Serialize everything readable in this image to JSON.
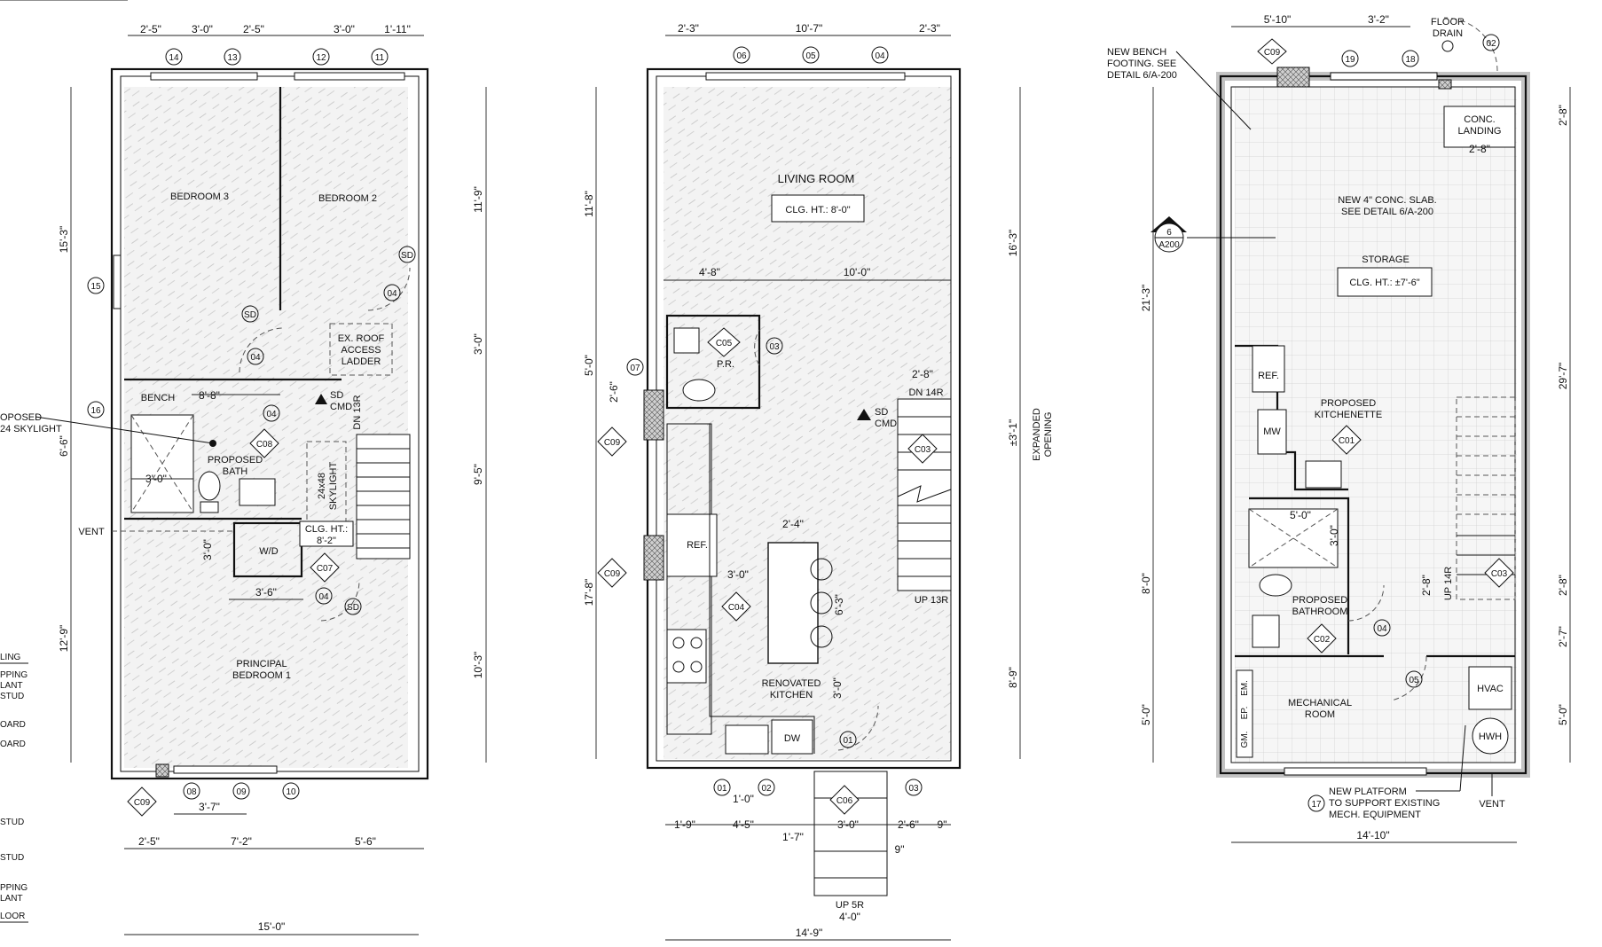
{
  "floor_upper": {
    "rooms": {
      "bedroom3": "BEDROOM 3",
      "bedroom2": "BEDROOM 2",
      "principal1": "PRINCIPAL",
      "principal2": "BEDROOM 1",
      "bench": "BENCH",
      "bath1": "PROPOSED",
      "bath2": "BATH",
      "skylight1": "24x48",
      "skylight2": "SKYLIGHT",
      "roof1": "EX. ROOF",
      "roof2": "ACCESS",
      "roof3": "LADDER",
      "wd": "W/D",
      "vent": "VENT",
      "clg1": "CLG. HT.:",
      "clg2": "8'-2\"",
      "sd_cmd1": "SD",
      "sd_cmd2": "CMD",
      "stair_dn": "DN 13R",
      "proposed_cut1": "OPOSED",
      "proposed_cut2": "24 SKYLIGHT"
    },
    "dims": {
      "top_a": "2'-5\"",
      "top_b": "3'-0\"",
      "top_c": "2'-5\"",
      "top_d": "3'-0\"",
      "top_e": "1'-11\"",
      "left_1": "15'-3\"",
      "left_2": "6'-6\"",
      "left_3": "12'-9\"",
      "right_1": "11'-9\"",
      "right_2": "3'-0\"",
      "right_3": "9'-5\"",
      "right_4": "10'-3\"",
      "bench_w": "8'-8\"",
      "shower_w": "3'-0\"",
      "wd_h": "3'-0\"",
      "wd_w": "3'-6\"",
      "bot_a": "3'-7\"",
      "bot_b": "2'-5\"",
      "bot_c": "7'-2\"",
      "bot_d": "5'-6\"",
      "overall": "15'-0\""
    },
    "tags": [
      "14",
      "13",
      "12",
      "11",
      "15",
      "16",
      "08",
      "09",
      "10",
      "04",
      "04",
      "04",
      "04"
    ],
    "diamonds": [
      "C08",
      "C07",
      "C09"
    ],
    "legend_cut": [
      "LING",
      "PPING",
      "LANT",
      "STUD",
      "OARD",
      "OARD",
      "STUD",
      "STUD",
      "PPING",
      "LANT",
      "LOOR"
    ]
  },
  "floor_main": {
    "rooms": {
      "living": "LIVING ROOM",
      "clg": "CLG. HT.: 8'-0\"",
      "pr": "P.R.",
      "ref": "REF.",
      "kitchen1": "RENOVATED",
      "kitchen2": "KITCHEN",
      "dw": "DW",
      "sd_cmd1": "SD",
      "sd_cmd2": "CMD",
      "dn": "DN 14R",
      "up": "UP 13R",
      "up5": "UP 5R",
      "exp1": "EXPANDED",
      "exp2": "OPENING"
    },
    "dims": {
      "top_a": "2'-3\"",
      "top_b": "10'-7\"",
      "top_c": "2'-3\"",
      "mid_a": "4'-8\"",
      "mid_b": "10'-0\"",
      "left_1": "11'-8\"",
      "left_2": "5'-0\"",
      "left_3": "2'-6\"",
      "left_4": "17'-8\"",
      "right_1": "16'-3\"",
      "right_2": "±3'-1\"",
      "right_3": "8'-9\"",
      "stair_w": "2'-8\"",
      "island_w": "2'-4\"",
      "island_l": "6'-3\"",
      "clear_a": "3'-0\"",
      "clear_b": "3'-0\"",
      "bot_a": "1'-0\"",
      "bot_b": "1'-9\"",
      "bot_c": "4'-5\"",
      "bot_d": "1'-7\"",
      "bot_e": "3'-0\"",
      "bot_f": "2'-6\"",
      "bot_g": "9\"",
      "bot_h": "9\"",
      "stoop": "4'-0\"",
      "overall": "14'-9\""
    },
    "tags": [
      "06",
      "05",
      "04",
      "03",
      "07",
      "01",
      "02",
      "03",
      "01"
    ],
    "diamonds": [
      "C05",
      "C09",
      "C09",
      "C04",
      "C03",
      "C06"
    ]
  },
  "floor_lower": {
    "rooms": {
      "bench_note1": "NEW BENCH",
      "bench_note2": "FOOTING. SEE",
      "bench_note3": "DETAIL 6/A-200",
      "floor_drain1": "FLOOR",
      "floor_drain2": "DRAIN",
      "landing1": "CONC.",
      "landing2": "LANDING",
      "slab1": "NEW 4\" CONC. SLAB.",
      "slab2": "SEE DETAIL 6/A-200",
      "storage": "STORAGE",
      "clg": "CLG. HT.: ±7'-6\"",
      "ref": "REF.",
      "mw": "MW",
      "kitchenette1": "PROPOSED",
      "kitchenette2": "KITCHENETTE",
      "bath1": "PROPOSED",
      "bath2": "BATHROOM",
      "mech1": "MECHANICAL",
      "mech2": "ROOM",
      "hvac": "HVAC",
      "hwh": "HWH",
      "em": "EM.",
      "ep": "EP.",
      "gm": "GM.",
      "platform1": "NEW PLATFORM",
      "platform2": "TO SUPPORT EXISTING",
      "platform3": "MECH. EQUIPMENT",
      "vent": "VENT",
      "up": "UP 14R",
      "sec_num": "6",
      "sec_ref": "A200"
    },
    "dims": {
      "top_a": "5'-10\"",
      "top_b": "3'-2\"",
      "left_1": "21'-3\"",
      "left_2": "8'-0\"",
      "left_3": "5'-0\"",
      "right_1": "2'-8\"",
      "right_2": "29'-7\"",
      "right_3": "2'-8\"",
      "right_4": "2'-7\"",
      "right_5": "5'-0\"",
      "landing_w": "2'-8\"",
      "bath_w": "5'-0\"",
      "bath_h": "3'-0\"",
      "up_w": "2'-8\"",
      "overall": "14'-10\""
    },
    "tags": [
      "19",
      "18",
      "02",
      "04",
      "05",
      "17"
    ],
    "diamonds": [
      "C09",
      "C01",
      "C02",
      "C03"
    ]
  }
}
